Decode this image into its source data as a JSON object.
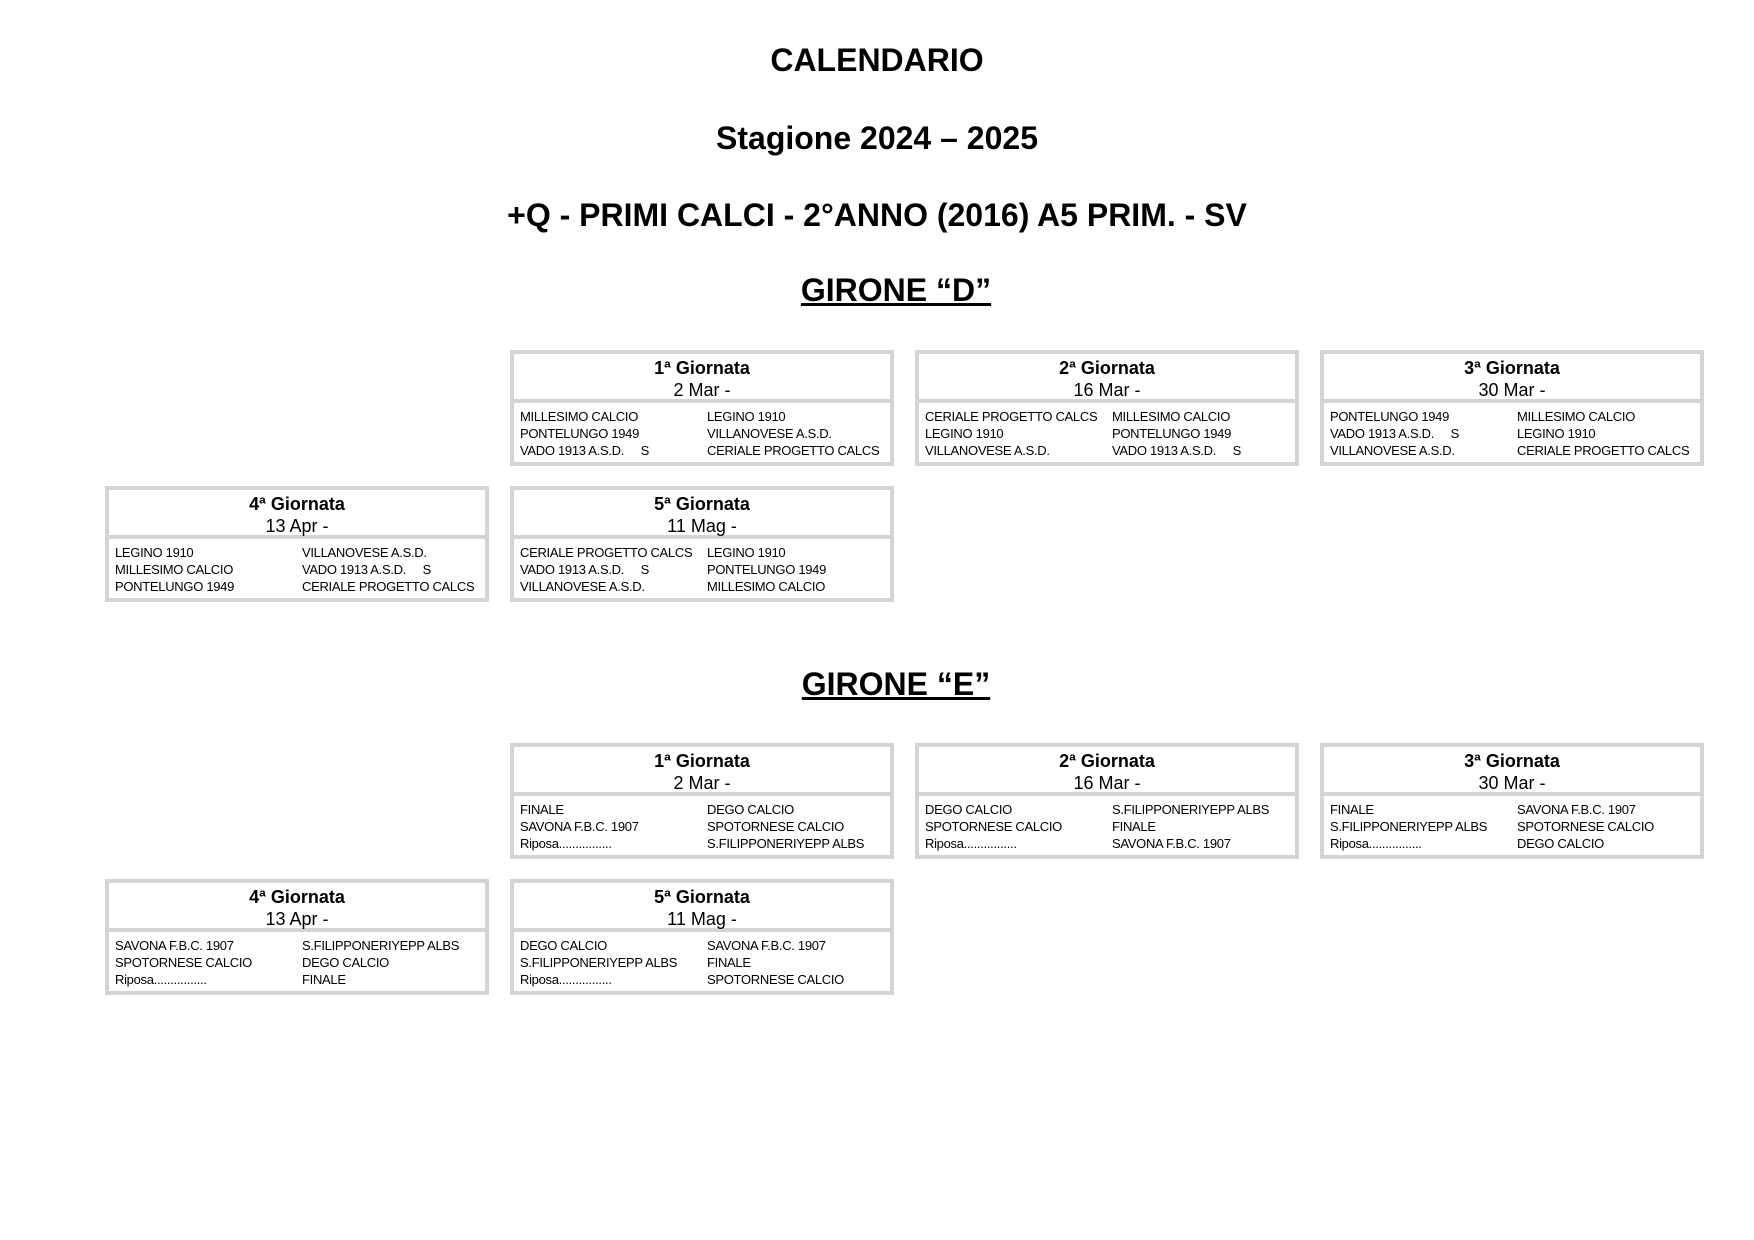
{
  "header": {
    "title": "CALENDARIO",
    "season": "Stagione 2024 – 2025",
    "category": "+Q - PRIMI CALCI - 2°ANNO (2016) A5 PRIM. - SV"
  },
  "gironi": [
    {
      "title": "GIRONE “D”",
      "giornate": [
        {
          "label": "1ª Giornata",
          "date": "2 Mar  -",
          "matches": [
            {
              "home": "MILLESIMO CALCIO",
              "away": "LEGINO 1910"
            },
            {
              "home": "PONTELUNGO 1949",
              "away": "VILLANOVESE A.S.D."
            },
            {
              "home": "VADO 1913 A.S.D.     S",
              "away": "CERIALE PROGETTO CALCS"
            }
          ]
        },
        {
          "label": "2ª Giornata",
          "date": "16 Mar  -",
          "matches": [
            {
              "home": "CERIALE PROGETTO CALCS",
              "away": "MILLESIMO CALCIO"
            },
            {
              "home": "LEGINO 1910",
              "away": "PONTELUNGO 1949"
            },
            {
              "home": "VILLANOVESE A.S.D.",
              "away": "VADO 1913 A.S.D.     S"
            }
          ]
        },
        {
          "label": "3ª Giornata",
          "date": "30 Mar  -",
          "matches": [
            {
              "home": "PONTELUNGO 1949",
              "away": "MILLESIMO CALCIO"
            },
            {
              "home": "VADO 1913 A.S.D.     S",
              "away": "LEGINO 1910"
            },
            {
              "home": "VILLANOVESE A.S.D.",
              "away": "CERIALE PROGETTO CALCS"
            }
          ]
        },
        {
          "label": "4ª Giornata",
          "date": "13 Apr  -",
          "matches": [
            {
              "home": "LEGINO 1910",
              "away": "VILLANOVESE A.S.D."
            },
            {
              "home": "MILLESIMO CALCIO",
              "away": "VADO 1913 A.S.D.     S"
            },
            {
              "home": "PONTELUNGO 1949",
              "away": "CERIALE PROGETTO CALCS"
            }
          ]
        },
        {
          "label": "5ª Giornata",
          "date": "11 Mag  -",
          "matches": [
            {
              "home": "CERIALE PROGETTO CALCS",
              "away": "LEGINO 1910"
            },
            {
              "home": "VADO 1913 A.S.D.     S",
              "away": "PONTELUNGO 1949"
            },
            {
              "home": "VILLANOVESE A.S.D.",
              "away": "MILLESIMO CALCIO"
            }
          ]
        }
      ]
    },
    {
      "title": "GIRONE “E”",
      "giornate": [
        {
          "label": "1ª Giornata",
          "date": "2 Mar  -",
          "matches": [
            {
              "home": "FINALE",
              "away": "DEGO CALCIO"
            },
            {
              "home": "SAVONA F.B.C. 1907",
              "away": "SPOTORNESE CALCIO"
            },
            {
              "home": "Riposa................",
              "away": "S.FILIPPONERIYEPP ALBS"
            }
          ]
        },
        {
          "label": "2ª Giornata",
          "date": "16 Mar  -",
          "matches": [
            {
              "home": "DEGO CALCIO",
              "away": "S.FILIPPONERIYEPP ALBS"
            },
            {
              "home": "SPOTORNESE CALCIO",
              "away": "FINALE"
            },
            {
              "home": "Riposa................",
              "away": "SAVONA F.B.C. 1907"
            }
          ]
        },
        {
          "label": "3ª Giornata",
          "date": "30 Mar  -",
          "matches": [
            {
              "home": "FINALE",
              "away": "SAVONA F.B.C. 1907"
            },
            {
              "home": "S.FILIPPONERIYEPP ALBS",
              "away": "SPOTORNESE CALCIO"
            },
            {
              "home": "Riposa................",
              "away": "DEGO CALCIO"
            }
          ]
        },
        {
          "label": "4ª Giornata",
          "date": "13 Apr  -",
          "matches": [
            {
              "home": "SAVONA F.B.C. 1907",
              "away": "S.FILIPPONERIYEPP ALBS"
            },
            {
              "home": "SPOTORNESE CALCIO",
              "away": "DEGO CALCIO"
            },
            {
              "home": "Riposa................",
              "away": "FINALE"
            }
          ]
        },
        {
          "label": "5ª Giornata",
          "date": "11 Mag  -",
          "matches": [
            {
              "home": "DEGO CALCIO",
              "away": "SAVONA F.B.C. 1907"
            },
            {
              "home": "S.FILIPPONERIYEPP ALBS",
              "away": "FINALE"
            },
            {
              "home": "Riposa................",
              "away": "SPOTORNESE CALCIO"
            }
          ]
        }
      ]
    }
  ]
}
